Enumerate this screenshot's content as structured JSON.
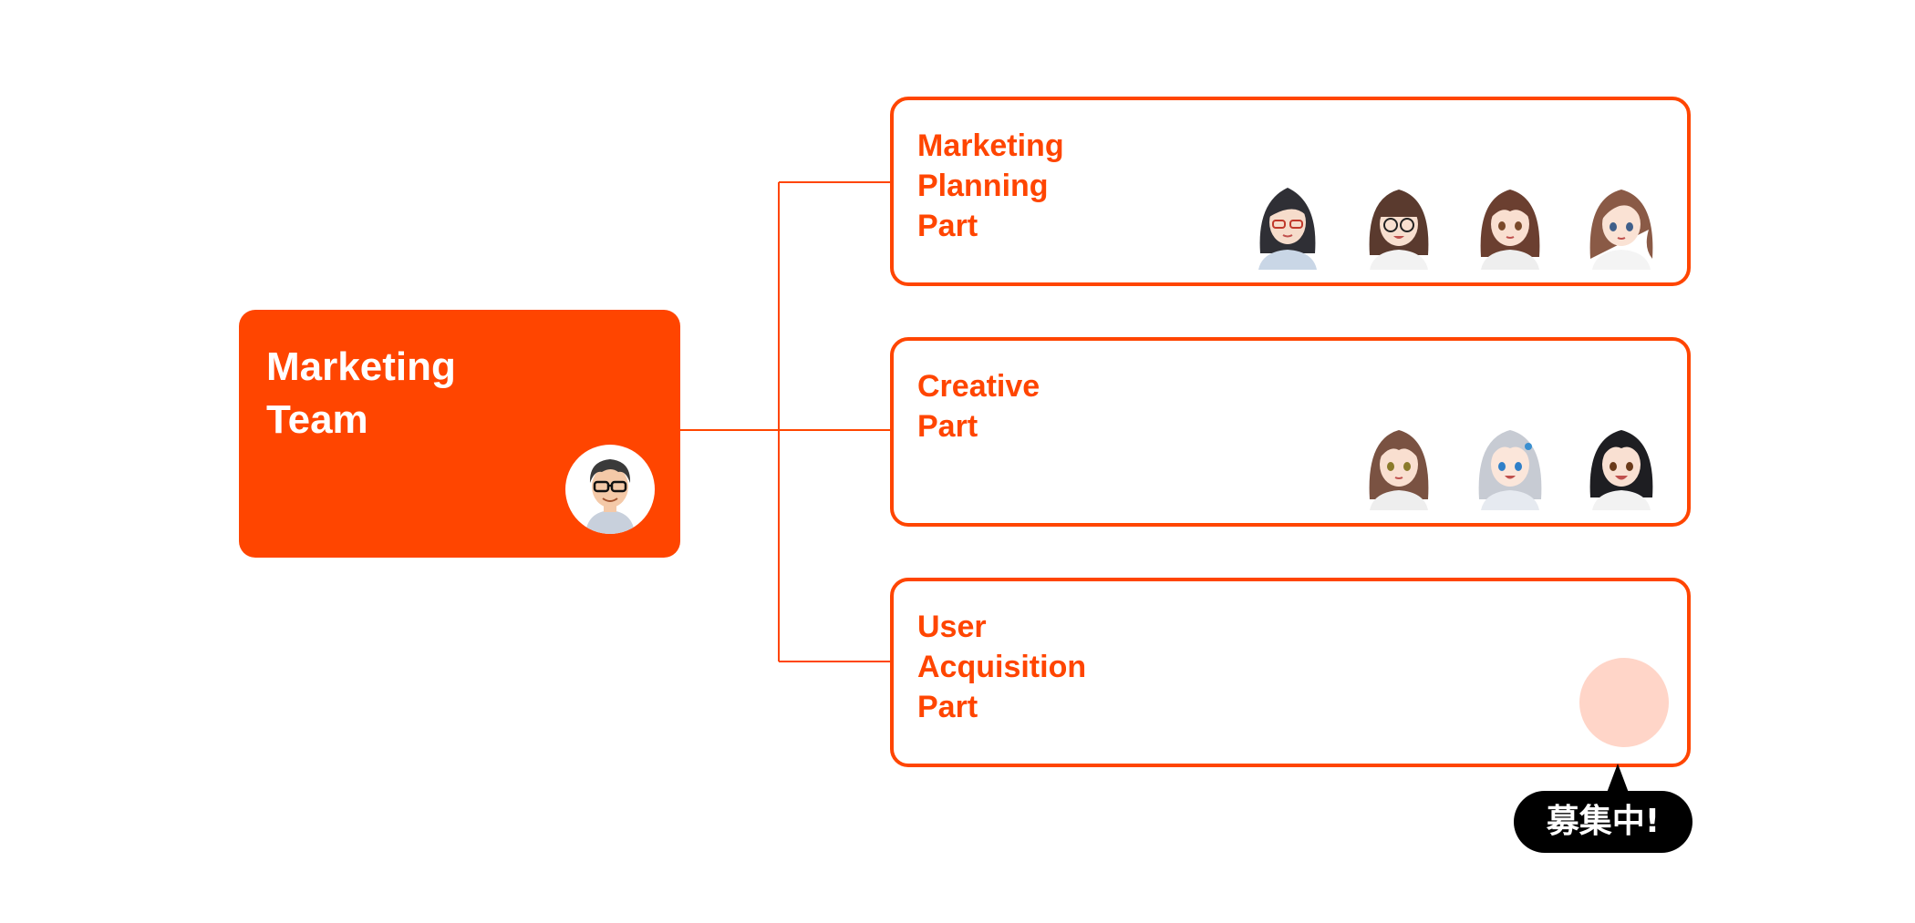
{
  "team": {
    "title_lines": [
      "Marketing",
      "Team"
    ],
    "leader_icon": "male-avatar-glasses-icon"
  },
  "parts": [
    {
      "title_lines": [
        "Marketing",
        "Planning",
        "Part"
      ],
      "member_icons": [
        "female-avatar-long-dark-hair-glasses-icon",
        "female-avatar-bangs-round-glasses-icon",
        "female-avatar-brown-hair-icon",
        "female-avatar-wavy-brown-hair-icon"
      ]
    },
    {
      "title_lines": [
        "Creative",
        "Part"
      ],
      "member_icons": [
        "female-avatar-brown-hair-icon",
        "female-avatar-silver-hair-icon",
        "female-avatar-black-hair-icon"
      ]
    },
    {
      "title_lines": [
        "User",
        "Acquisition",
        "Part"
      ],
      "member_icons": [],
      "vacancy_icon": "empty-seat-circle-icon"
    }
  ],
  "recruiting_badge": "募集中!",
  "colors": {
    "accent": "#ff4500",
    "vacancy": "#ffd5c8",
    "badge": "#000000"
  }
}
